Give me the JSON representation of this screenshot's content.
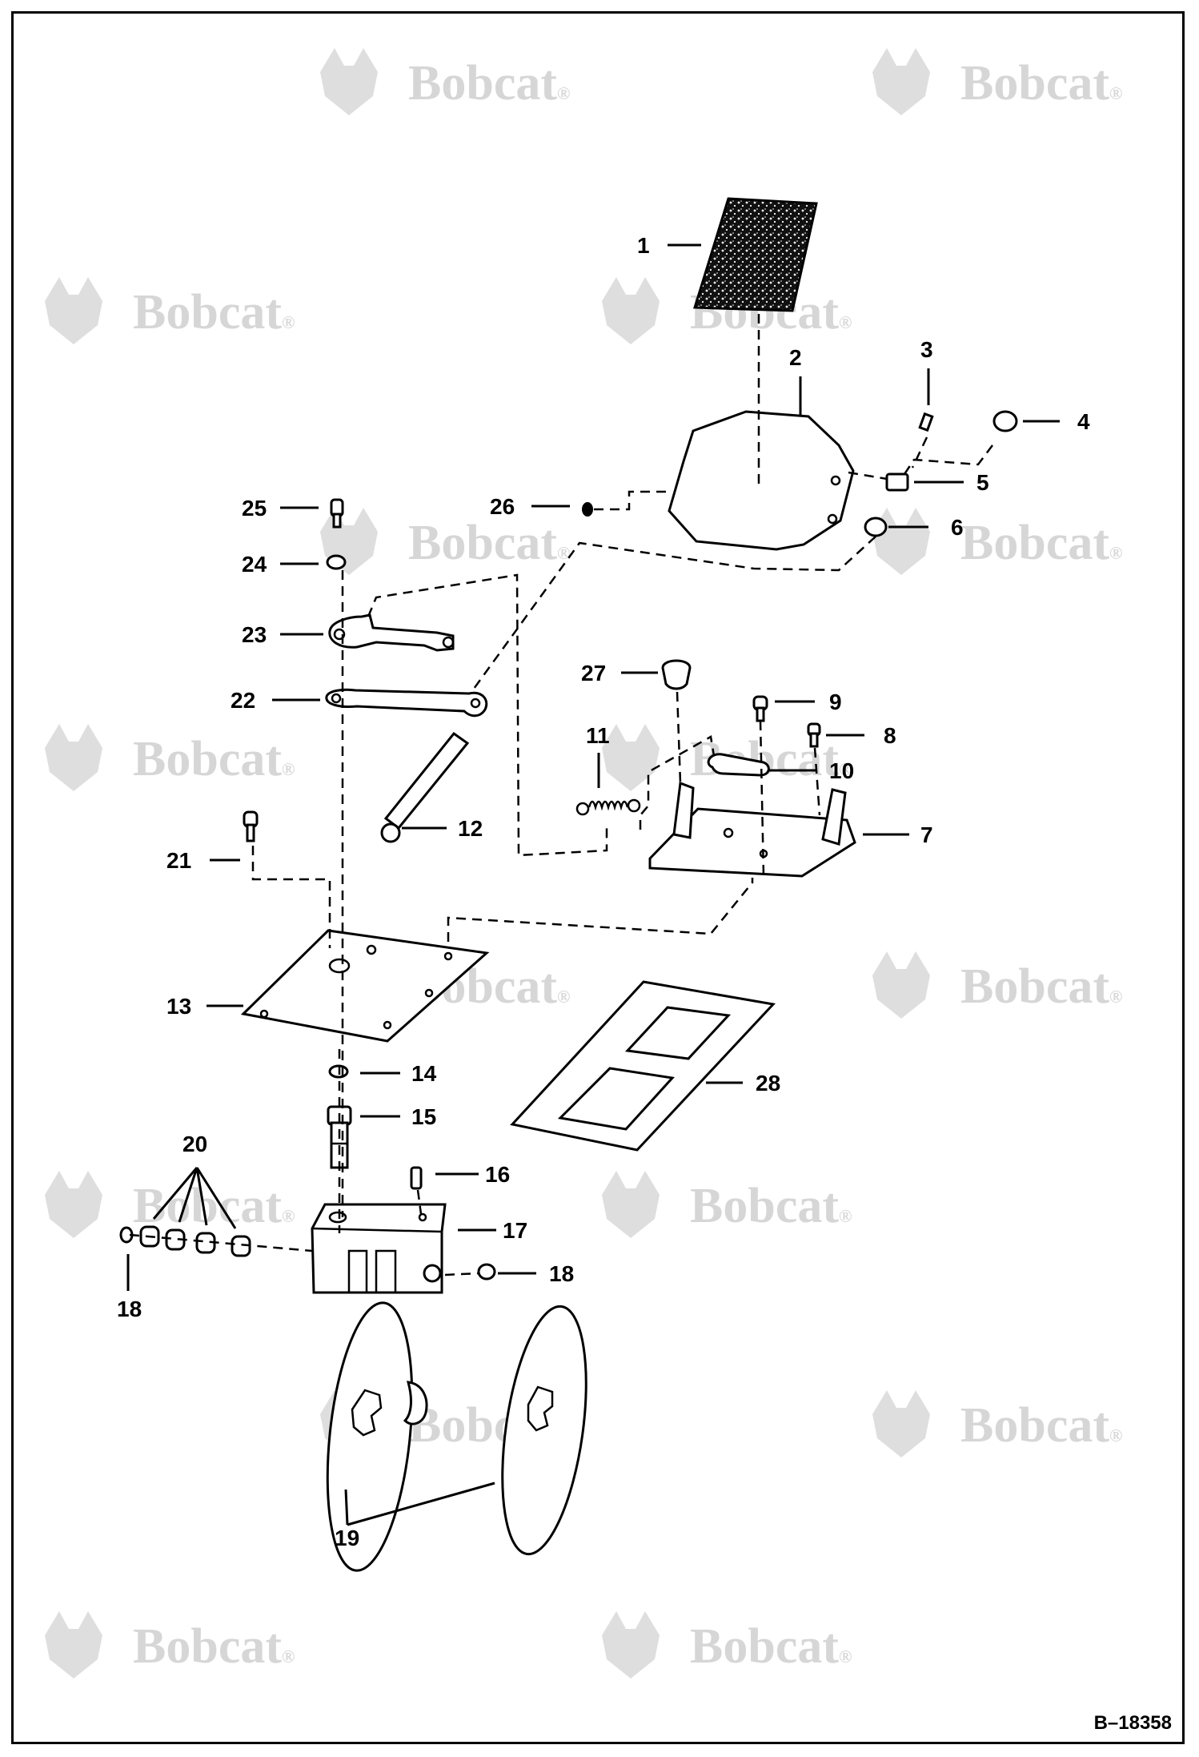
{
  "drawing": {
    "id": "B–18358",
    "watermark_text": "Bobcat",
    "watermark_mark": "®",
    "watermark_logo": "bobcat-head-logo"
  },
  "callouts": [
    {
      "id": "c1",
      "label": "1"
    },
    {
      "id": "c2",
      "label": "2"
    },
    {
      "id": "c3",
      "label": "3"
    },
    {
      "id": "c4",
      "label": "4"
    },
    {
      "id": "c5",
      "label": "5"
    },
    {
      "id": "c6",
      "label": "6"
    },
    {
      "id": "c7",
      "label": "7"
    },
    {
      "id": "c8",
      "label": "8"
    },
    {
      "id": "c9",
      "label": "9"
    },
    {
      "id": "c10",
      "label": "10"
    },
    {
      "id": "c11",
      "label": "11"
    },
    {
      "id": "c12",
      "label": "12"
    },
    {
      "id": "c13",
      "label": "13"
    },
    {
      "id": "c14",
      "label": "14"
    },
    {
      "id": "c15",
      "label": "15"
    },
    {
      "id": "c16",
      "label": "16"
    },
    {
      "id": "c17",
      "label": "17"
    },
    {
      "id": "c18a",
      "label": "18"
    },
    {
      "id": "c18b",
      "label": "18"
    },
    {
      "id": "c19",
      "label": "19"
    },
    {
      "id": "c20",
      "label": "20"
    },
    {
      "id": "c21",
      "label": "21"
    },
    {
      "id": "c22",
      "label": "22"
    },
    {
      "id": "c23",
      "label": "23"
    },
    {
      "id": "c24",
      "label": "24"
    },
    {
      "id": "c25",
      "label": "25"
    },
    {
      "id": "c26",
      "label": "26"
    },
    {
      "id": "c27",
      "label": "27"
    },
    {
      "id": "c28",
      "label": "28"
    }
  ]
}
